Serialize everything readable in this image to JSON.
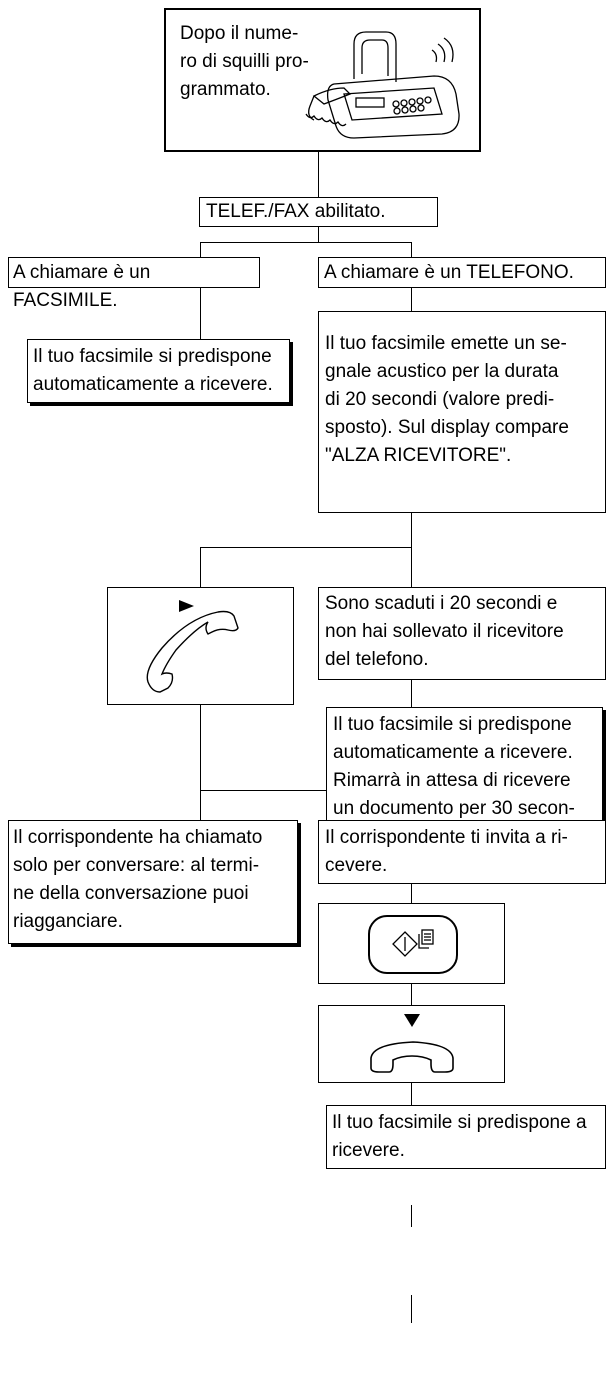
{
  "flow": {
    "start": {
      "text": "Dopo il nume-\nro di squilli pro-\ngrammato."
    },
    "mode": {
      "text": "TELEF./FAX abilitato."
    },
    "caller_fax": {
      "text": "A chiamare è un FACSIMILE."
    },
    "caller_phone": {
      "text": "A chiamare è un TELEFONO."
    },
    "fax_auto": {
      "text": "Il tuo facsimile si predispone\nautomaticamente a ricevere."
    },
    "phone_beep": {
      "text": "Il tuo facsimile emette un se-\ngnale acustico per la durata\ndi 20 secondi (valore predi-\nsposto). Sul display compare\n\"ALZA RICEVITORE\"."
    },
    "timeout": {
      "text": "Sono scaduti i 20 secondi e\nnon hai sollevato il ricevitore\ndel telefono."
    },
    "auto_receive": {
      "text": "Il tuo facsimile si predispone\nautomaticamente a ricevere.\nRimarrà in attesa di ricevere\nun documento per 30 secon-\ndi circa, dopodiché ritornerà\nallo stato di attesa iniziale."
    },
    "conversation": {
      "text": "Il corrispondente ha chiamato\nsolo per conversare: al termi-\nne della conversazione puoi\nriagganciare."
    },
    "invite": {
      "text": "Il corrispondente ti invita a ri-\ncevere."
    },
    "final": {
      "text": "Il tuo facsimile si predispone a\nricevere."
    }
  },
  "icons": {
    "fax_machine": "fax-machine-icon",
    "lift_handset": "handset-lift-icon",
    "start_key": "start-key-icon",
    "hang_up": "handset-hang-up-icon"
  }
}
